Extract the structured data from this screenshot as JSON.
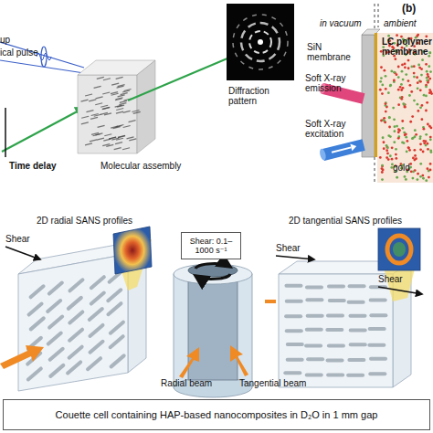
{
  "diagram": {
    "nodes": [
      {
        "text": [
          "Shear: 0.1–1000 s⁻¹"
        ]
      },
      {
        "text": [
          "Couette cell containing HAP-based nanocomposites in D₂O in 1 mm gap"
        ]
      }
    ],
    "labels": [
      "up",
      "ical pulse",
      "Time delay",
      "Molecular assembly",
      "Diffraction pattern",
      "(b)",
      "in vacuum",
      "ambient",
      "SiN membrane",
      "LC polymer membrane",
      "Soft X-ray emission",
      "Soft X-ray excitation",
      "gold",
      "2D radial SANS profiles",
      "Shear",
      "2D tangential SANS profiles",
      "Shear",
      "Shear",
      "Radial beam",
      "Tangential beam"
    ]
  }
}
